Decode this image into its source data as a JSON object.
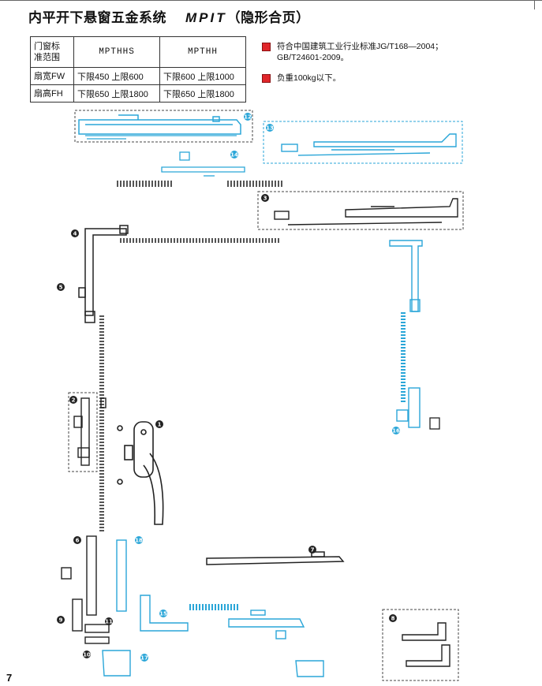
{
  "header": {
    "title_zh": "内平开下悬窗五金系统",
    "title_model": "MPIT",
    "title_sub": "（隐形合页）"
  },
  "spec_table": {
    "corner_label_line1": "门窗标",
    "corner_label_line2": "准范围",
    "models": [
      "MPTHHS",
      "MPTHH"
    ],
    "rows": [
      {
        "label": "扇宽FW",
        "values": [
          "下限450 上限600",
          "下限600 上限1000"
        ]
      },
      {
        "label": "扇高FH",
        "values": [
          "下限650 上限1800",
          "下限650 上限1800"
        ]
      }
    ]
  },
  "notes": [
    {
      "lines": [
        "符合中国建筑工业行业标准JG/T168—2004；",
        "GB/T24601-2009。"
      ]
    },
    {
      "lines": [
        "负重100kg以下。"
      ]
    }
  ],
  "callouts": [
    "1",
    "2",
    "3",
    "4",
    "5",
    "6",
    "7",
    "8",
    "9",
    "10",
    "11",
    "12",
    "13",
    "14",
    "15",
    "16",
    "17",
    "18"
  ],
  "colors": {
    "bullet": "#e0262a",
    "part_blue": "#2aa6d8",
    "part_dark": "#222222"
  },
  "page_number": "7"
}
